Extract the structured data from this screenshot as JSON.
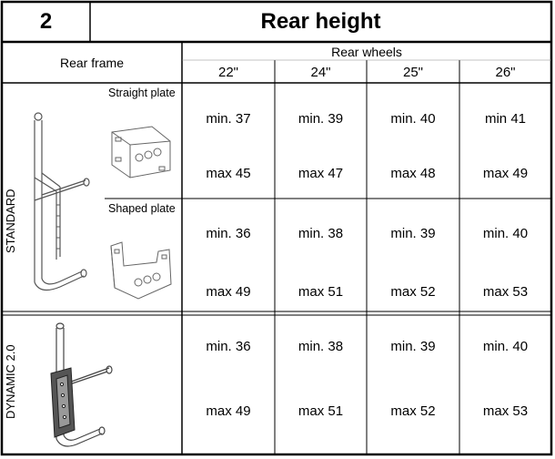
{
  "header": {
    "number": "2",
    "title": "Rear height"
  },
  "columns": {
    "rear_frame_label": "Rear frame",
    "rear_wheels_label": "Rear wheels",
    "sizes": [
      "22\"",
      "24\"",
      "25\"",
      "26\""
    ]
  },
  "sections": [
    {
      "group": "STANDARD",
      "plates": [
        {
          "label": "Straight plate",
          "min": [
            "min. 37",
            "min. 39",
            "min. 40",
            "min 41"
          ],
          "max": [
            "max 45",
            "max 47",
            "max 48",
            "max 49"
          ]
        },
        {
          "label": "Shaped plate",
          "min": [
            "min. 36",
            "min. 38",
            "min. 39",
            "min. 40"
          ],
          "max": [
            "max 49",
            "max 51",
            "max 52",
            "max 53"
          ]
        }
      ]
    },
    {
      "group": "DYNAMIC 2.0",
      "plates": [
        {
          "label": "",
          "min": [
            "min. 36",
            "min. 38",
            "min. 39",
            "min. 40"
          ],
          "max": [
            "max 49",
            "max 51",
            "max 52",
            "max 53"
          ]
        }
      ]
    }
  ]
}
